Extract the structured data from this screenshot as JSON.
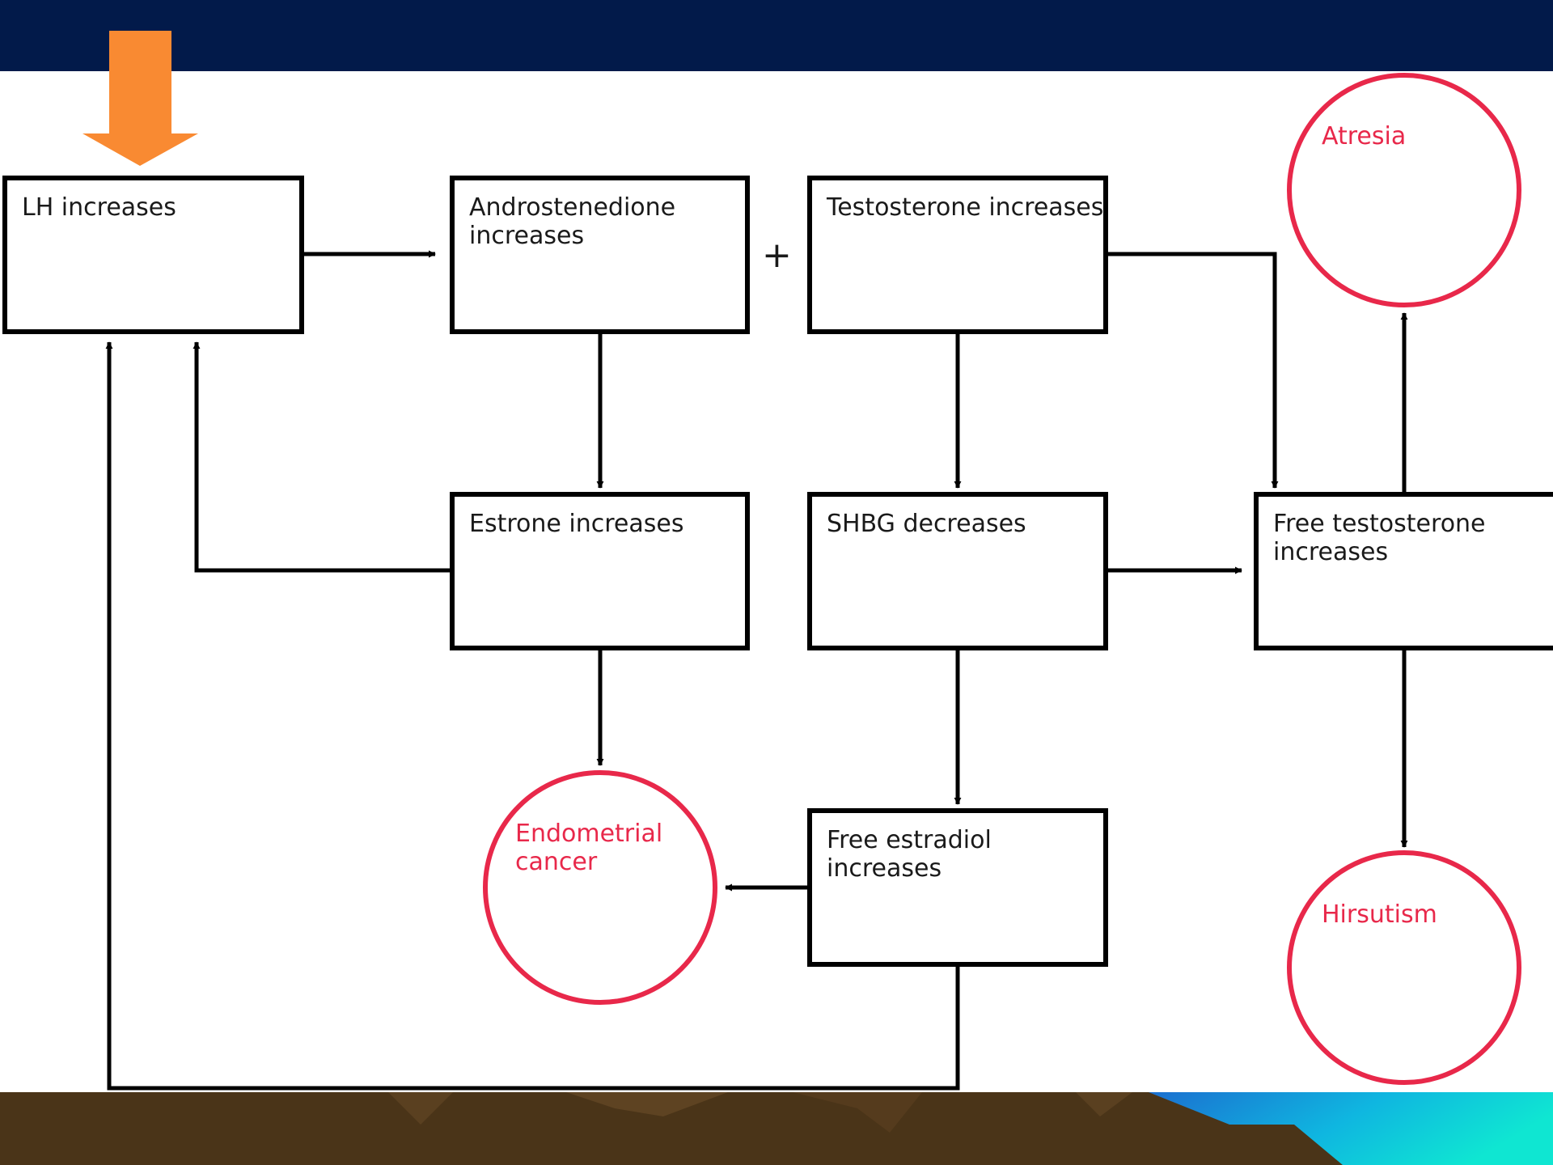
{
  "boxes": {
    "lh": [
      "LH increases"
    ],
    "androstenedione": [
      "Androstenedione",
      "increases"
    ],
    "testosterone": [
      "Testosterone increases"
    ],
    "estrone": [
      "Estrone increases"
    ],
    "shbg": [
      "SHBG decreases"
    ],
    "free_testosterone": [
      "Free testosterone",
      "increases"
    ],
    "free_estradiol": [
      "Free estradiol",
      "increases"
    ]
  },
  "outcomes": {
    "atresia": [
      "Atresia"
    ],
    "endometrial_cancer": [
      "Endometrial",
      "cancer"
    ],
    "hirsutism": [
      "Hirsutism"
    ]
  },
  "plus_sign": "+",
  "colors": {
    "header_band": "#021a4a",
    "pointer_arrow": "#f98a32",
    "outcome_red": "#e8284a",
    "footer_brown": "#4a3418",
    "footer_cyan": "#0fe6d2"
  }
}
